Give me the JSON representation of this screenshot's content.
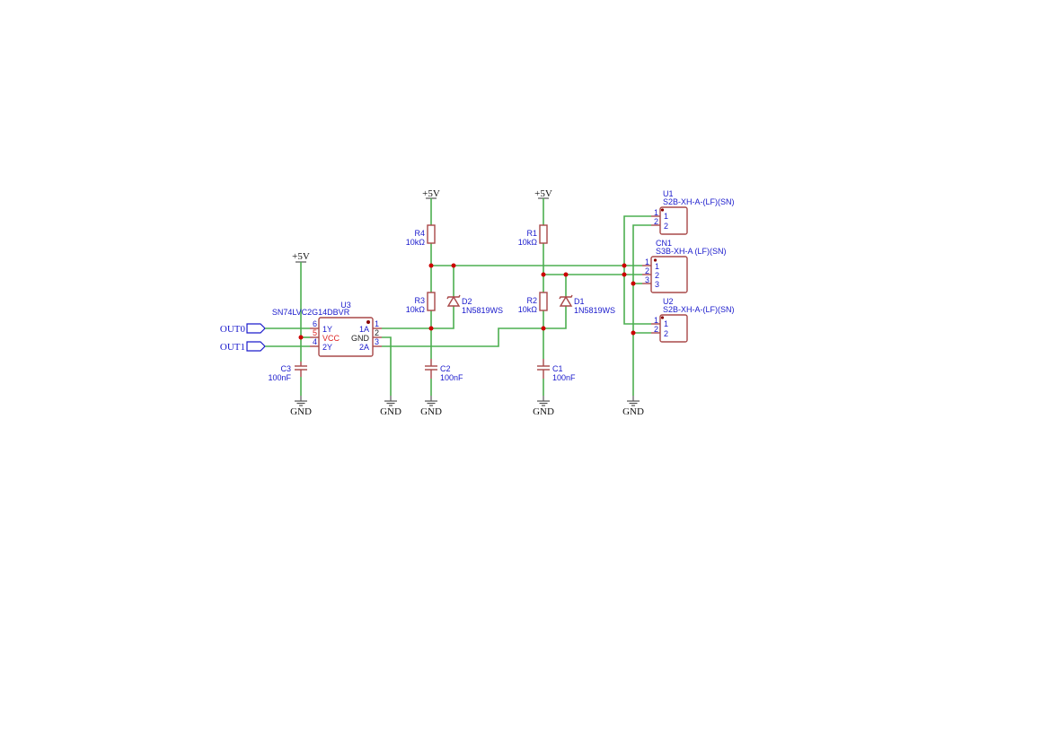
{
  "power": {
    "vcc": "+5V",
    "gnd": "GND"
  },
  "ports": {
    "out0": "OUT0",
    "out1": "OUT1"
  },
  "u3": {
    "ref": "U3",
    "value": "SN74LVC2G14DBVR",
    "pins": {
      "p6": "6",
      "p5": "5",
      "p4": "4",
      "p1": "1",
      "p2": "2",
      "p3": "3"
    },
    "pin_names": {
      "y1": "1Y",
      "vcc": "VCC",
      "y2": "2Y",
      "a1": "1A",
      "gnd": "GND",
      "a2": "2A"
    }
  },
  "c3": {
    "ref": "C3",
    "value": "100nF"
  },
  "c2": {
    "ref": "C2",
    "value": "100nF"
  },
  "c1": {
    "ref": "C1",
    "value": "100nF"
  },
  "r4": {
    "ref": "R4",
    "value": "10kΩ"
  },
  "r3": {
    "ref": "R3",
    "value": "10kΩ"
  },
  "r1": {
    "ref": "R1",
    "value": "10kΩ"
  },
  "r2": {
    "ref": "R2",
    "value": "10kΩ"
  },
  "d2": {
    "ref": "D2",
    "value": "1N5819WS"
  },
  "d1": {
    "ref": "D1",
    "value": "1N5819WS"
  },
  "u1": {
    "ref": "U1",
    "value": "S2B-XH-A-(LF)(SN)",
    "pins": [
      "1",
      "2"
    ]
  },
  "cn1": {
    "ref": "CN1",
    "value": "S3B-XH-A (LF)(SN)",
    "pins": [
      "1",
      "2",
      "3"
    ]
  },
  "u2": {
    "ref": "U2",
    "value": "S2B-XH-A-(LF)(SN)",
    "pins": [
      "1",
      "2"
    ]
  }
}
